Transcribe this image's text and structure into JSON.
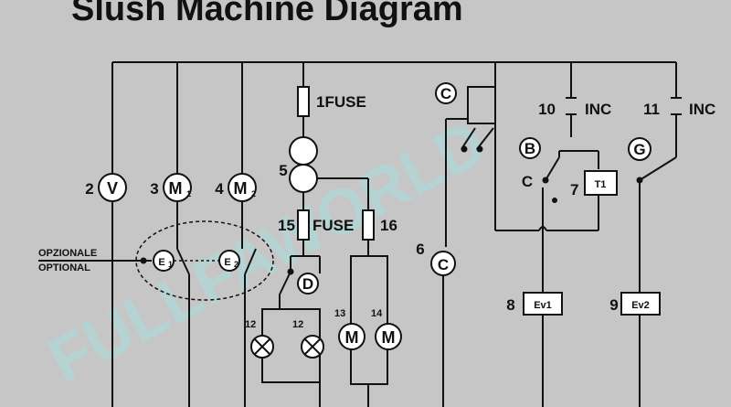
{
  "title": "Slush Machine Diagram",
  "watermark": "FULLFAWORLD",
  "optional_label_it": "OPZIONALE",
  "optional_label_en": "OPTIONAL",
  "fuse1_label": "1FUSE",
  "fuse_label": "FUSE",
  "nc_label": "INC",
  "numbers": {
    "n1": "1",
    "n2": "2",
    "n3": "3",
    "n4": "4",
    "n5": "5",
    "n6": "6",
    "n7": "7",
    "n8": "8",
    "n9": "9",
    "n10": "10",
    "n11": "11",
    "n12a": "12",
    "n12b": "12",
    "n13": "13",
    "n14": "14",
    "n15": "15",
    "n16": "16"
  },
  "components": {
    "V": "V",
    "M": "M",
    "M1_sub": "1",
    "M2_sub": "2",
    "E": "E",
    "E1_sub": "1",
    "E2_sub": "2",
    "D": "D",
    "C": "C",
    "B": "B",
    "G": "G",
    "T1": "T1",
    "Ev1": "Ev1",
    "Ev2": "Ev2"
  }
}
